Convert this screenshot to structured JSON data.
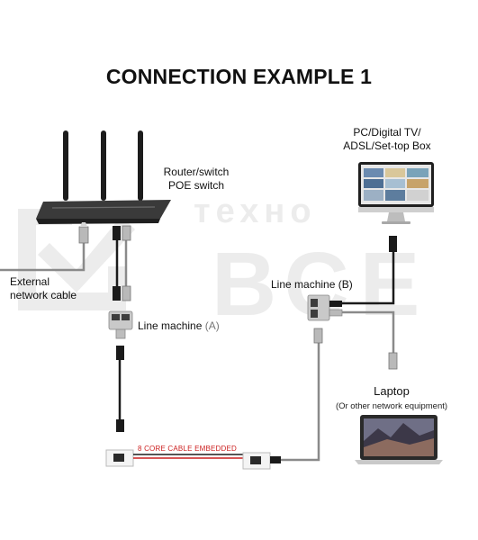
{
  "title": "CONNECTION EXAMPLE 1",
  "watermark": {
    "line1": "техно",
    "line2": "ВСЕ"
  },
  "labels": {
    "router_line1": "Router/switch",
    "router_line2": "POE switch",
    "external_line1": "External",
    "external_line2": "network cable",
    "line_machine_a_prefix": "Line machine",
    "line_machine_a_suffix": "(A)",
    "line_machine_b": "Line machine (B)",
    "pc_line1": "PC/Digital TV/",
    "pc_line2": "ADSL/Set-top Box",
    "laptop": "Laptop",
    "laptop_sub": "(Or other network equipment)",
    "cable": "8 CORE CABLE EMBEDDED"
  },
  "colors": {
    "cable_black": "#1b1b1b",
    "cable_grey": "#8a8a8a",
    "accent_red": "#cc1f1f",
    "watermark": "#e9e9e9"
  }
}
